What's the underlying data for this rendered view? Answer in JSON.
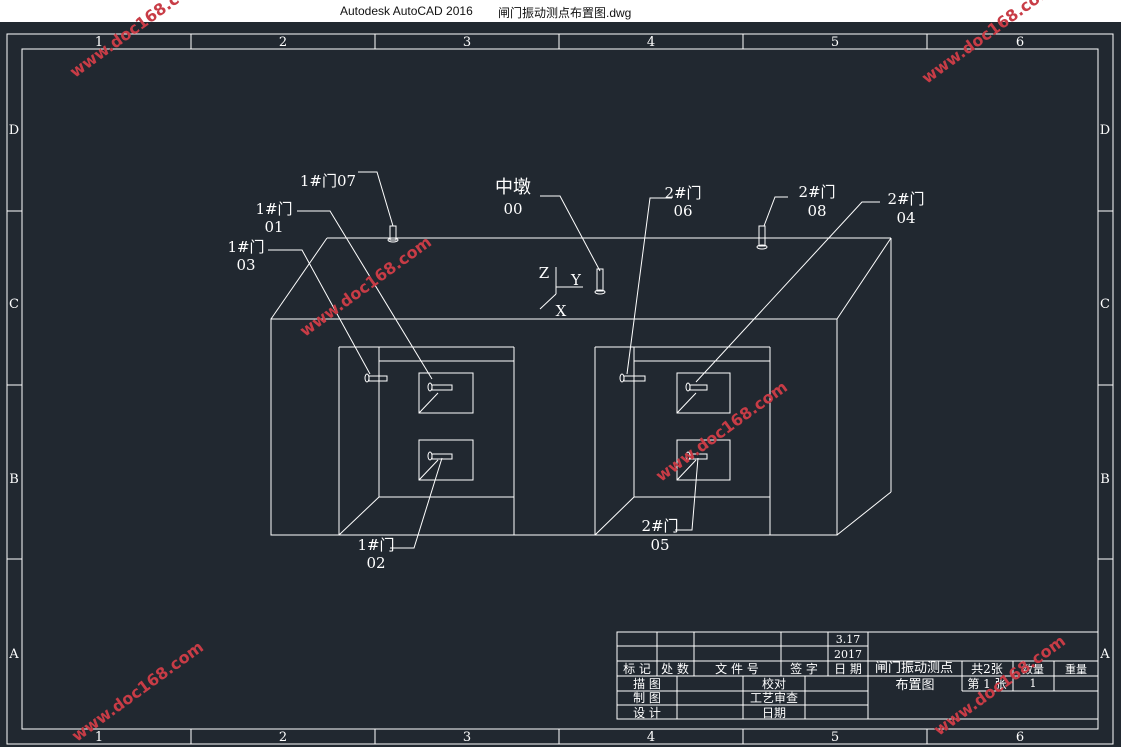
{
  "window": {
    "app_title": "Autodesk AutoCAD 2016",
    "document_title": "闸门振动测点布置图.dwg"
  },
  "frame": {
    "columns": [
      "1",
      "2",
      "3",
      "4",
      "5",
      "6"
    ],
    "rows": [
      "D",
      "C",
      "B",
      "A"
    ]
  },
  "drawing": {
    "center_pier": {
      "name": "中墩",
      "code": "00"
    },
    "axes": {
      "z": "Z",
      "y": "Y",
      "x": "X"
    },
    "points": [
      {
        "gate": "1#门",
        "code": "07",
        "combined": "1#门07"
      },
      {
        "gate": "1#门",
        "code": "01"
      },
      {
        "gate": "1#门",
        "code": "03"
      },
      {
        "gate": "2#门",
        "code": "06"
      },
      {
        "gate": "2#门",
        "code": "08"
      },
      {
        "gate": "2#门",
        "code": "04"
      },
      {
        "gate": "1#门",
        "code": "02"
      },
      {
        "gate": "2#门",
        "code": "05"
      }
    ]
  },
  "title_block": {
    "date_month": "3.17",
    "date_year": "2017",
    "headers": [
      "标 记",
      "处 数",
      "文 件 号",
      "签 字",
      "日 期"
    ],
    "drawing_name_line1": "闸门振动测点",
    "drawing_name_line2": "布置图",
    "sheets_total": "共2张",
    "sheet_current": "第 1 张",
    "quantity_label": "数量",
    "quantity_value": "1",
    "weight_label": "重量",
    "row_labels": [
      "描 图",
      "制 图",
      "设 计"
    ],
    "check_labels": [
      "校对",
      "工艺审查",
      "日期"
    ]
  },
  "watermark": "www.doc168.com",
  "colors": {
    "background": "#212830",
    "lines": "#ffffff",
    "watermark": "#c83c46"
  }
}
